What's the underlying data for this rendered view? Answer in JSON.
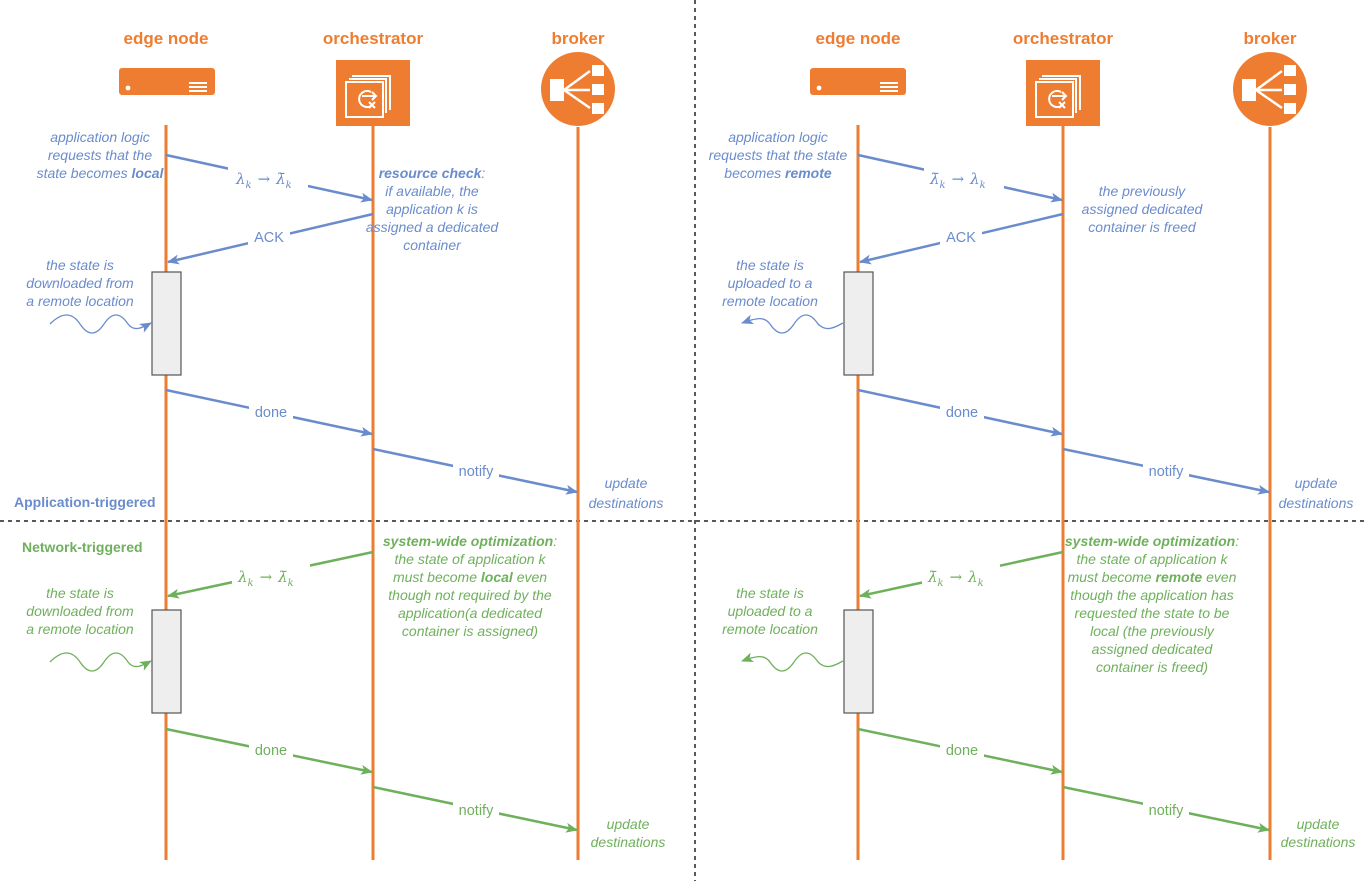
{
  "headers": {
    "edge_node": "edge node",
    "orchestrator": "orchestrator",
    "broker": "broker"
  },
  "phases": {
    "application_triggered": "Application-triggered",
    "network_triggered": "Network-triggered"
  },
  "messages": {
    "ack": "ACK",
    "done": "done",
    "notify": "notify",
    "to_local": "λ̄k / λk",
    "math_lambda": "λ",
    "math_lambda_bar": "λ̄",
    "math_sub": "k",
    "math_arrow": "→"
  },
  "panels": {
    "app_local": {
      "request": [
        "application logic",
        "requests that the",
        "state becomes"
      ],
      "request_emph": "local",
      "check_title": "resource check",
      "check_lines": [
        "if available, the",
        "application k is",
        "assigned a dedicated",
        "container"
      ],
      "state_note": [
        "the state is",
        "downloaded from",
        "a remote location"
      ],
      "update": [
        "update",
        "destinations"
      ]
    },
    "app_remote": {
      "request": [
        "application logic",
        "requests that the state",
        "becomes"
      ],
      "request_emph": "remote",
      "freed_lines": [
        "the previously",
        "assigned dedicated",
        "container is freed"
      ],
      "state_note": [
        "the state is",
        "uploaded to a",
        "remote location"
      ],
      "update": [
        "update",
        "destinations"
      ]
    },
    "net_local": {
      "opt_title": "system-wide optimization",
      "opt_lines_a": "the state of application k",
      "opt_must_become": "must become",
      "opt_emph": "local",
      "opt_even": "even",
      "opt_lines_b": [
        "though not required by the",
        "application(a dedicated",
        "container is assigned)"
      ],
      "state_note": [
        "the state is",
        "downloaded from",
        "a remote location"
      ],
      "update": [
        "update",
        "destinations"
      ]
    },
    "net_remote": {
      "opt_title": "system-wide optimization",
      "opt_lines_a": "the state of application k",
      "opt_must_become": "must become",
      "opt_emph": "remote",
      "opt_even": "even",
      "opt_lines_b": [
        "though the application has",
        "requested the state to be",
        "local (the previously",
        "assigned dedicated",
        "container is freed)"
      ],
      "state_note": [
        "the state is",
        "uploaded to a",
        "remote location"
      ],
      "update": [
        "update",
        "destinations"
      ]
    }
  },
  "colors": {
    "orange": "#ee7d31",
    "blue": "#6a8ccc",
    "green": "#6fb05c",
    "activation_fill": "#eeeeee",
    "activation_stroke": "#555555"
  },
  "icons": [
    "server-icon",
    "orchestrator-icon",
    "broker-icon"
  ]
}
